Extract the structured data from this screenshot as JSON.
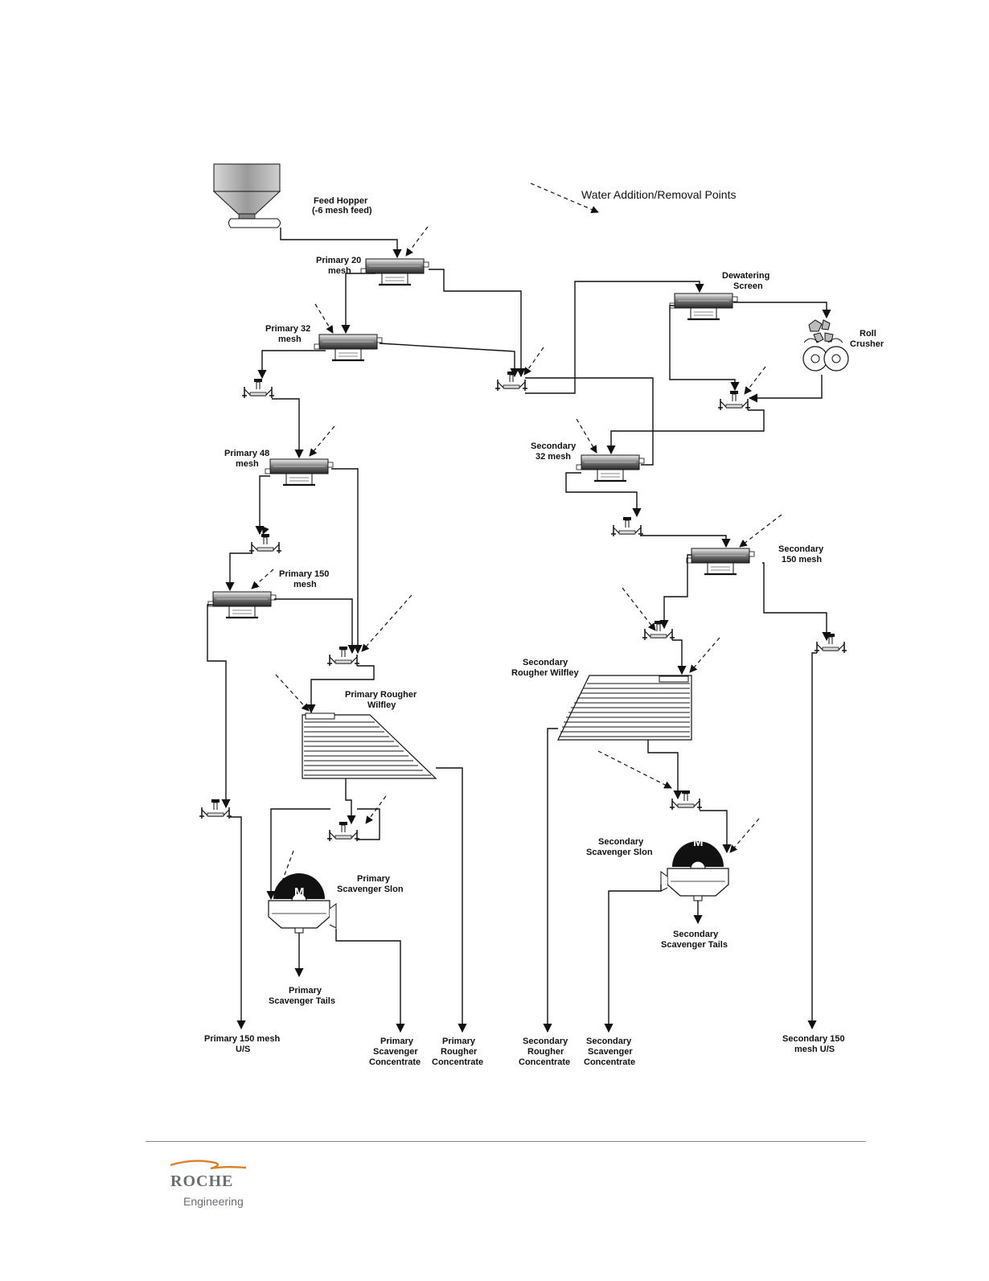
{
  "labels": {
    "feed_hopper": "Feed Hopper",
    "feed_hopper_sub": "(-6 mesh feed)",
    "water_legend": "Water Addition/Removal Points",
    "primary_20_l1": "Primary 20",
    "primary_20_l2": "mesh",
    "primary_32_l1": "Primary 32",
    "primary_32_l2": "mesh",
    "primary_48_l1": "Primary 48",
    "primary_48_l2": "mesh",
    "primary_150_l1": "Primary 150",
    "primary_150_l2": "mesh",
    "dewatering_l1": "Dewatering",
    "dewatering_l2": "Screen",
    "roll_crusher_l1": "Roll",
    "roll_crusher_l2": "Crusher",
    "secondary_32_l1": "Secondary",
    "secondary_32_l2": "32 mesh",
    "secondary_150_l1": "Secondary",
    "secondary_150_l2": "150 mesh",
    "primary_rougher_wilfley_l1": "Primary Rougher",
    "primary_rougher_wilfley_l2": "Wilfley",
    "secondary_rougher_wilfley_l1": "Secondary",
    "secondary_rougher_wilfley_l2": "Rougher Wilfley",
    "primary_scavenger_slon_l1": "Primary",
    "primary_scavenger_slon_l2": "Scavenger Slon",
    "secondary_scavenger_slon_l1": "Secondary",
    "secondary_scavenger_slon_l2": "Scavenger Slon",
    "primary_scavenger_tails_l1": "Primary",
    "primary_scavenger_tails_l2": "Scavenger Tails",
    "secondary_scavenger_tails_l1": "Secondary",
    "secondary_scavenger_tails_l2": "Scavenger Tails",
    "primary_150_us_l1": "Primary 150 mesh",
    "primary_150_us_l2": "U/S",
    "primary_scav_conc_l1": "Primary",
    "primary_scav_conc_l2": "Scavenger",
    "primary_scav_conc_l3": "Concentrate",
    "primary_rough_conc_l1": "Primary",
    "primary_rough_conc_l2": "Rougher",
    "primary_rough_conc_l3": "Concentrate",
    "secondary_rough_conc_l1": "Secondary",
    "secondary_rough_conc_l2": "Rougher",
    "secondary_rough_conc_l3": "Concentrate",
    "secondary_scav_conc_l1": "Secondary",
    "secondary_scav_conc_l2": "Scavenger",
    "secondary_scav_conc_l3": "Concentrate",
    "secondary_150_us_l1": "Secondary 150",
    "secondary_150_us_l2": "mesh U/S",
    "slon_motor": "M"
  },
  "footer": {
    "logo_word": "ROCHE",
    "logo_sub": "Engineering"
  },
  "colors": {
    "line": "#111111",
    "logo_swoosh": "#d9812a",
    "logo_text": "#6a6e73"
  }
}
